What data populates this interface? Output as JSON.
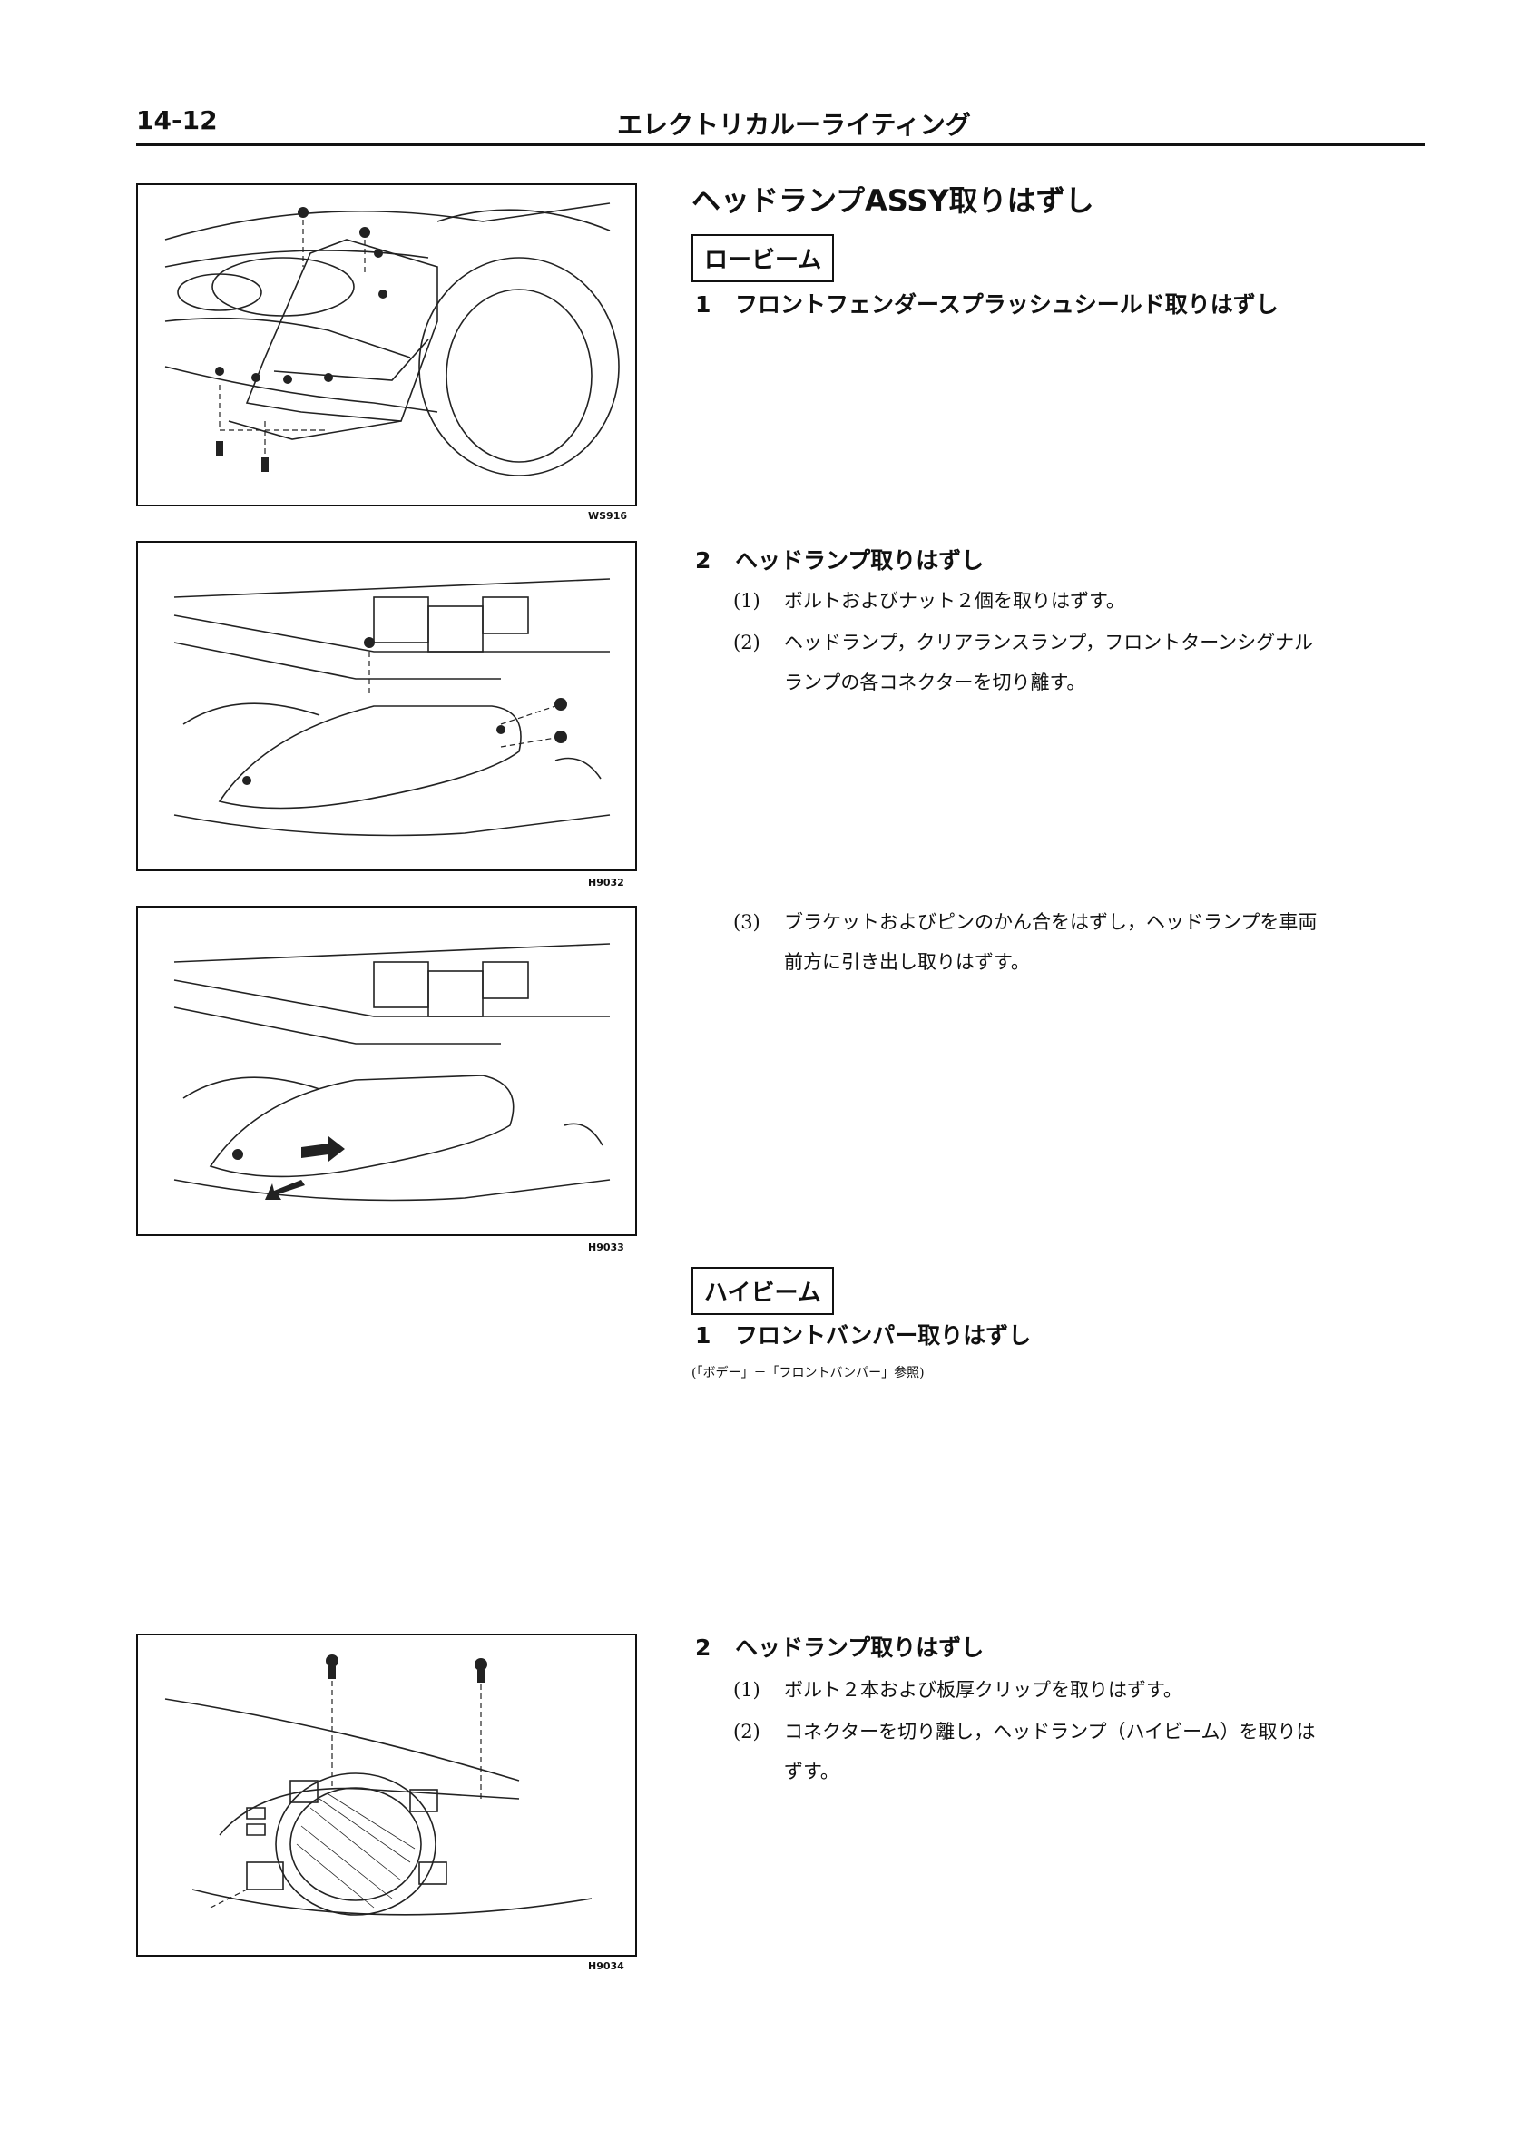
{
  "header": {
    "page_number": "14-12",
    "section_title": "エレクトリカルーライティング"
  },
  "figures": {
    "fig1_code": "WS916",
    "fig2_code": "H9032",
    "fig3_code": "H9033",
    "fig4_code": "H9034"
  },
  "content": {
    "main_title": "ヘッドランプASSY取りはずし",
    "low_beam": {
      "label": "ロービーム",
      "step1_num": "1",
      "step1_text": "フロントフェンダースプラッシュシールド取りはずし",
      "step2_num": "2",
      "step2_text": "ヘッドランプ取りはずし",
      "sub1_num": "(1)",
      "sub1_text": "ボルトおよびナット２個を取りはずす。",
      "sub2_num": "(2)",
      "sub2_text_line1": "ヘッドランプ，クリアランスランプ，フロントターンシグナル",
      "sub2_text_line2": "ランプの各コネクターを切り離す。",
      "sub3_num": "(3)",
      "sub3_text_line1": "ブラケットおよびピンのかん合をはずし，ヘッドランプを車両",
      "sub3_text_line2": "前方に引き出し取りはずす。"
    },
    "high_beam": {
      "label": "ハイビーム",
      "step1_num": "1",
      "step1_text": "フロントバンパー取りはずし",
      "reference": "(「ボデー」－「フロントバンパー」参照)",
      "step2_num": "2",
      "step2_text": "ヘッドランプ取りはずし",
      "sub1_num": "(1)",
      "sub1_text": "ボルト２本および板厚クリップを取りはずす。",
      "sub2_num": "(2)",
      "sub2_text_line1": "コネクターを切り離し，ヘッドランプ（ハイビーム）を取りは",
      "sub2_text_line2": "ずす。"
    }
  }
}
